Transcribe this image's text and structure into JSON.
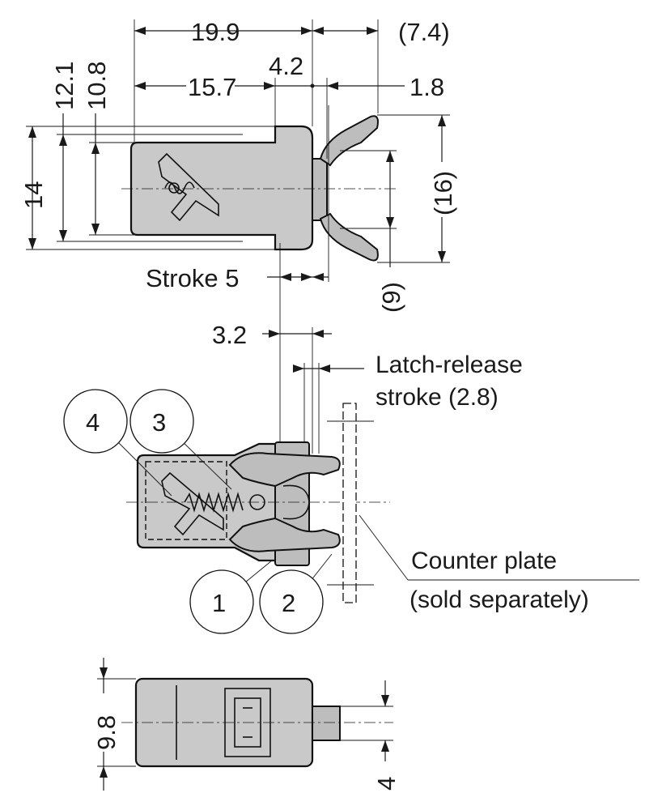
{
  "dimensions": {
    "overall_length": "19.9",
    "tip_length": "(7.4)",
    "body_length": "15.7",
    "gap": "4.2",
    "tip_offset": "1.8",
    "height_12_1": "12.1",
    "height_10_8": "10.8",
    "height_14": "14",
    "jaw_open_width": "(16)",
    "jaw_inner_width": "(9)",
    "stroke": "Stroke 5",
    "offset_3_2": "3.2",
    "side_height": "9.8",
    "plunger_width": "4"
  },
  "labels": {
    "latch_release_line1": "Latch-release",
    "latch_release_line2": "stroke (2.8)",
    "counter_plate_line1": "Counter plate",
    "counter_plate_line2": "(sold separately)"
  },
  "callouts": {
    "c1": "1",
    "c2": "2",
    "c3": "3",
    "c4": "4"
  },
  "colors": {
    "part_fill": "#c9c9c9",
    "line": "#1a1a1a"
  }
}
